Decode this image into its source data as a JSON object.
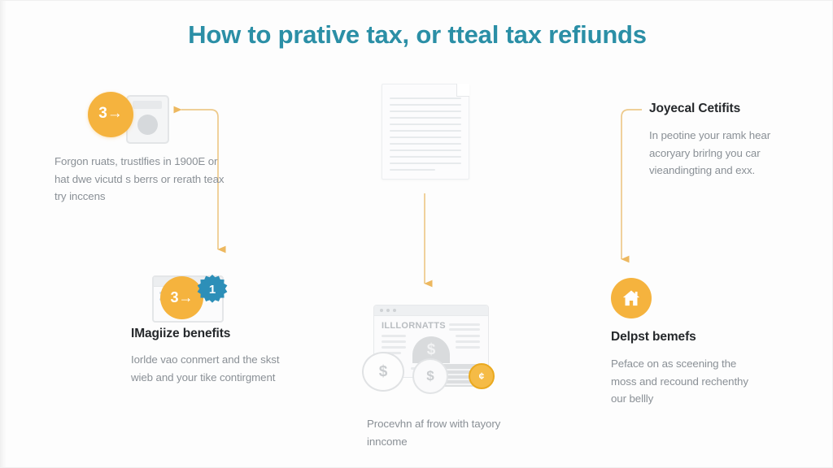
{
  "title": "How to prative tax, or tteal tax refiunds",
  "colors": {
    "title": "#2b8fa6",
    "accent_orange": "#f5b33e",
    "accent_blue": "#2d8fb8",
    "body_text": "#8a9096",
    "heading_text": "#25282b",
    "background": "#fdfdfd",
    "connector": "#edc98a"
  },
  "left_column": {
    "top": {
      "badge_number": "3",
      "badge_arrow": "→",
      "body": "Forgon ruats, trustlfies in 1900E or hat dwe vicutd s berrs or rerath teax try inccens"
    },
    "bottom": {
      "badge_number": "3",
      "badge_arrow": "→",
      "star_badge_number": "1",
      "heading": "IMagiize benefits",
      "body": "Iorlde vao conmert and the skst wieb and your tike contirgment"
    }
  },
  "center_column": {
    "top": {
      "icon": "document-icon"
    },
    "bottom": {
      "browser_headline": "ILLLORNATTS",
      "dollar_glyph": "$",
      "coin_glyph": "¢"
    },
    "caption": "Procevhn af frow with tayory inncome"
  },
  "right_column": {
    "top": {
      "heading": "Joyecal Cetifits",
      "body": "In peotine your ramk hear acoryary brirlng you car vieandingting and exx."
    },
    "bottom": {
      "icon": "home-icon",
      "heading": "Delpst bemefs",
      "body": "Peface on as sceening the moss and recound rechenthy our bellly"
    }
  }
}
